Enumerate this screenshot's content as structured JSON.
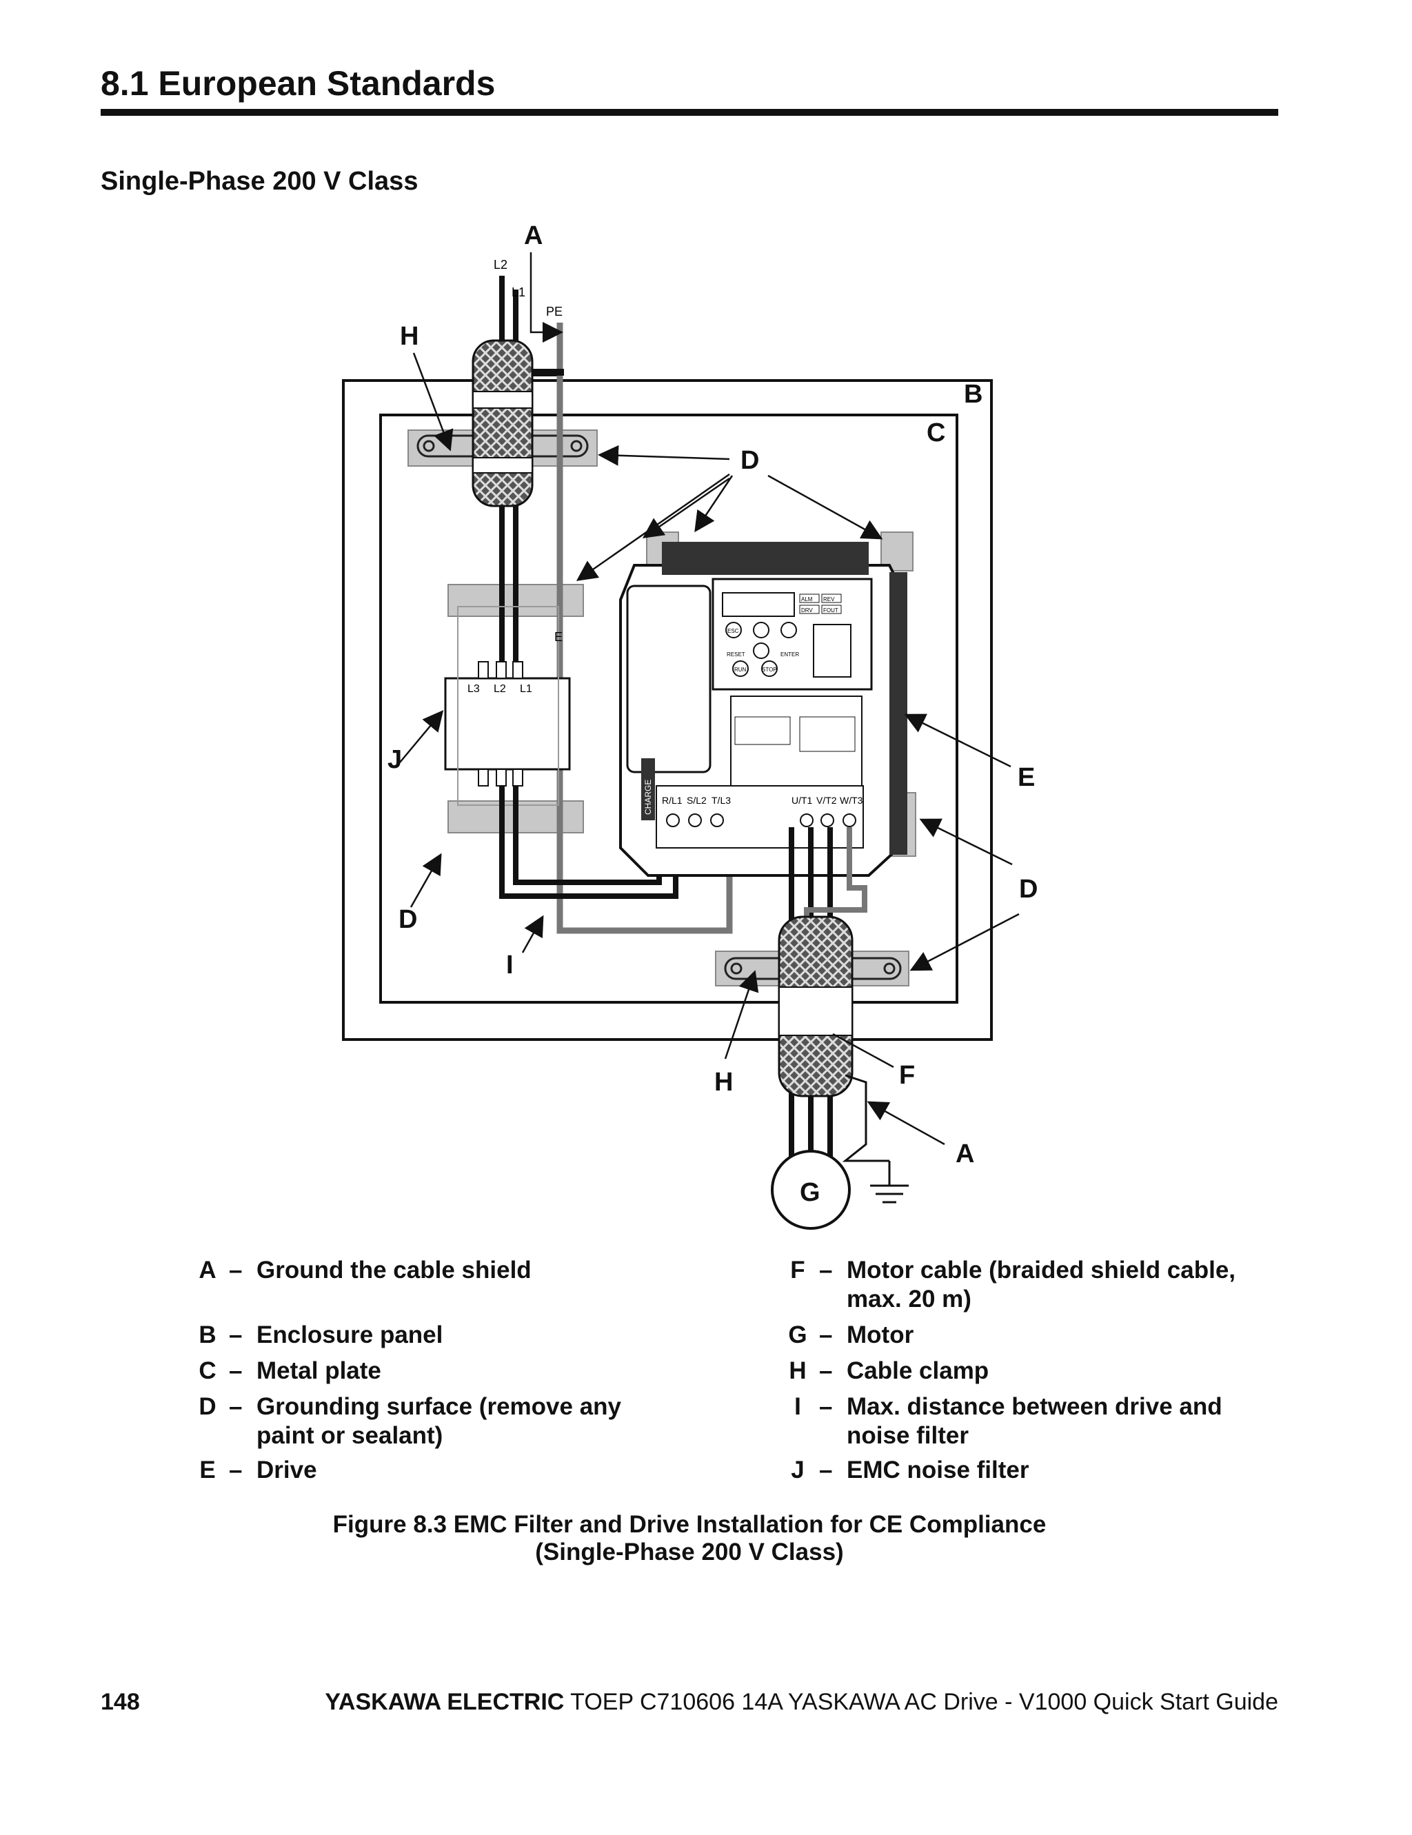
{
  "header": {
    "section_title": "8.1  European Standards",
    "subheading": "Single-Phase 200 V Class"
  },
  "figure": {
    "callouts": {
      "a_top": "A",
      "b": "B",
      "c": "C",
      "d_top": "D",
      "d_right": "D",
      "d_left": "D",
      "e": "E",
      "f": "F",
      "g": "G",
      "h_top": "H",
      "h_bottom": "H",
      "i": "I",
      "j": "J",
      "a_bottom": "A"
    },
    "wire_labels": {
      "l2": "L2",
      "l1": "L1",
      "pe": "PE",
      "e": "E"
    },
    "filter_terminals": {
      "l3": "L3",
      "l2": "L2",
      "l1": "L1"
    },
    "drive_terminals": {
      "r": "R/L1",
      "s": "S/L2",
      "t": "T/L3",
      "u": "U/T1",
      "v": "V/T2",
      "w": "W/T3"
    },
    "drive_keys": {
      "alm": "ALM",
      "rev": "REV",
      "drv": "DRV",
      "fout": "FOUT",
      "esc": "ESC",
      "reset": "RESET",
      "enter": "ENTER",
      "run": "RUN",
      "stop": "STOP",
      "charge": "CHARGE"
    }
  },
  "legend": {
    "left": [
      {
        "key": "A",
        "text": "Ground the cable shield"
      },
      {
        "key": "B",
        "text": "Enclosure panel"
      },
      {
        "key": "C",
        "text": "Metal plate"
      },
      {
        "key": "D",
        "text": "Grounding surface (remove any paint or sealant)"
      },
      {
        "key": "E",
        "text": "Drive"
      }
    ],
    "right": [
      {
        "key": "F",
        "text": "Motor cable (braided shield cable, max. 20 m)"
      },
      {
        "key": "G",
        "text": "Motor"
      },
      {
        "key": "H",
        "text": "Cable clamp"
      },
      {
        "key": "I",
        "text": "Max. distance between drive and noise filter"
      },
      {
        "key": "J",
        "text": "EMC noise filter"
      }
    ],
    "dash": "–"
  },
  "caption": {
    "line1": "Figure 8.3  EMC Filter and Drive Installation for CE Compliance",
    "line2": "(Single-Phase 200 V Class)"
  },
  "footer": {
    "page_number": "148",
    "brand": "YASKAWA ELECTRIC",
    "doc": " TOEP C710606 14A YASKAWA AC Drive - V1000 Quick Start Guide"
  }
}
